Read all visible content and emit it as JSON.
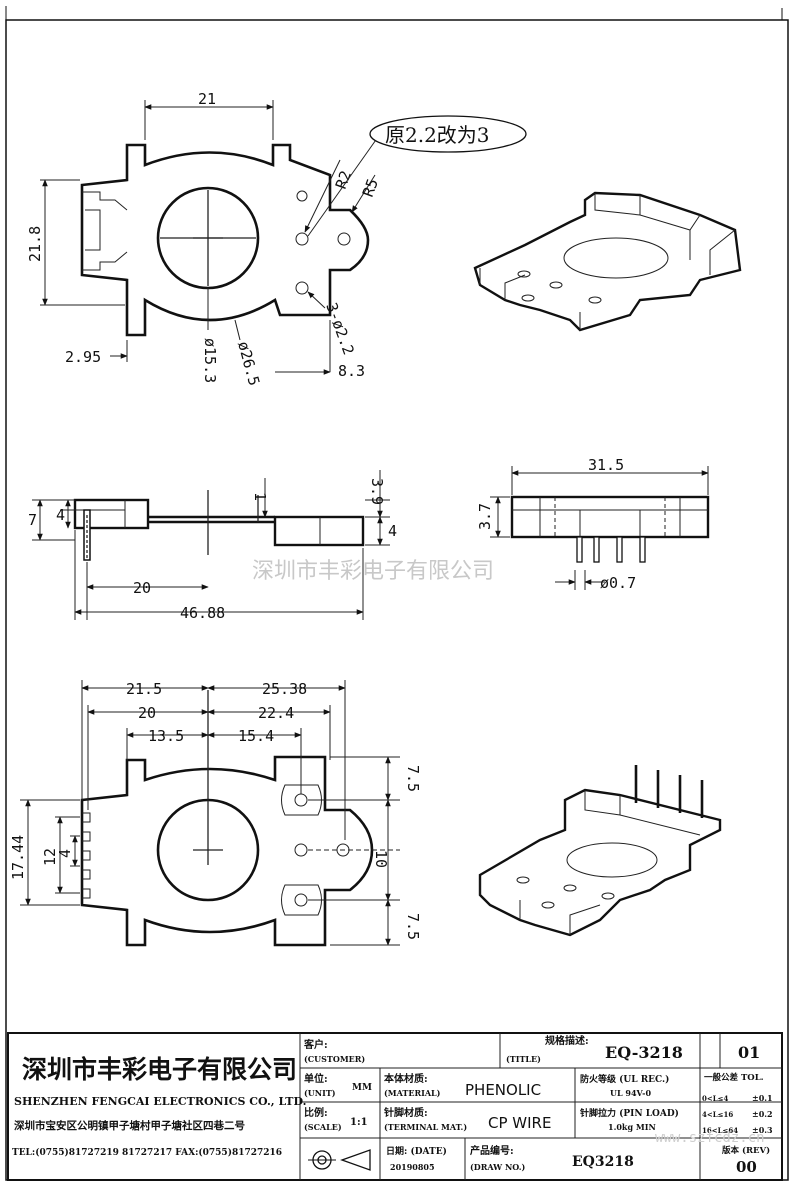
{
  "note": {
    "text": "原2.2改为3"
  },
  "top_view_dims": {
    "width_21": "21",
    "height_21_8": "21.8",
    "r2": "R2",
    "r5": "R5",
    "holes": "3-ø2.2",
    "d15_3": "ø15.3",
    "d26_5": "ø26.5",
    "d2_95": "2.95",
    "d8_3": "8.3"
  },
  "side_view_dims": {
    "h7": "7",
    "h4a": "4",
    "h1": "1",
    "h3_9": "3.9",
    "h4b": "4",
    "l20": "20",
    "l46_88": "46.88"
  },
  "front_view_dims": {
    "w31_5": "31.5",
    "h3_7": "3.7",
    "pin_d": "ø0.7"
  },
  "bottom_view_dims": {
    "w21_5": "21.5",
    "w25_38": "25.38",
    "w20": "20",
    "w22_4": "22.4",
    "w13_5": "13.5",
    "w15_4": "15.4",
    "h7_5a": "7.5",
    "h10": "10",
    "h7_5b": "7.5",
    "h17_44": "17.44",
    "h12": "12",
    "h4": "4"
  },
  "watermark": "深圳市丰彩电子有限公司",
  "title_block": {
    "company_cn": "深圳市丰彩电子有限公司",
    "company_en": "SHENZHEN FENGCAI ELECTRONICS CO., LTD.",
    "address": "深圳市宝安区公明镇甲子塘村甲子塘社区四巷二号",
    "tel_fax": "TEL:(0755)81727219  81727217   FAX:(0755)81727216",
    "customer_label_cn": "客户:",
    "customer_label_en": "(CUSTOMER)",
    "title_label_cn": "规格描述:",
    "title_label_en": "(TITLE)",
    "title_value": "EQ-3218",
    "sheet_no": "01",
    "unit_label_cn": "单位:",
    "unit_label_en": "(UNIT)",
    "unit_value": "MM",
    "material_label_cn": "本体材质:",
    "material_label_en": "(MATERIAL)",
    "material_value": "PHENOLIC",
    "ul_label_cn": "防火等级 (UL REC.)",
    "ul_value": "UL 94V-0",
    "tol_label": "一般公差 TOL.",
    "tol_1_range": "0<L≤4",
    "tol_1_value": "±0.1",
    "tol_2_range": "4<L≤16",
    "tol_2_value": "±0.2",
    "tol_3_range": "16<L≤64",
    "tol_3_value": "±0.3",
    "scale_label_cn": "比例:",
    "scale_label_en": "(SCALE)",
    "scale_value": "1:1",
    "terminal_label_cn": "针脚材质:",
    "terminal_label_en": "(TERMINAL MAT.)",
    "terminal_value": "CP WIRE",
    "pin_load_label": "针脚拉力 (PIN LOAD)",
    "pin_load_value": "1.0kg MIN",
    "date_label": "日期: (DATE)",
    "date_value": "20190805",
    "drawno_label_cn": "产品编号:",
    "drawno_label_en": "(DRAW NO.)",
    "drawno_value": "EQ3218",
    "rev_label": "版本 (REV)",
    "rev_value": "00",
    "site_watermark": "www.szfcdz.cn"
  }
}
